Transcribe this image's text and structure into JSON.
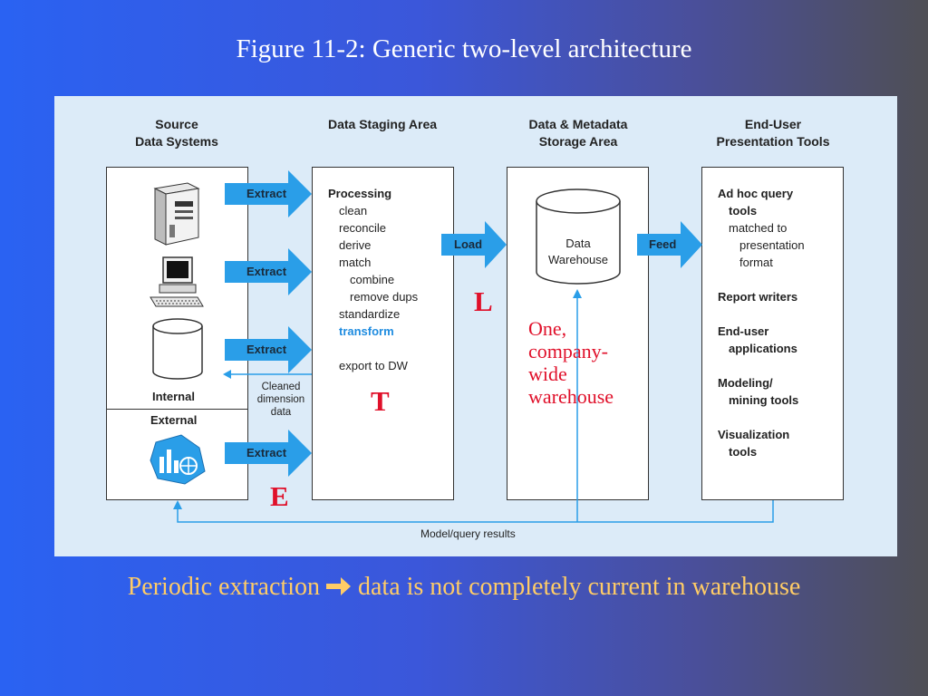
{
  "title": "Figure 11-2: Generic two-level architecture",
  "columns": {
    "source": "Source\nData Systems",
    "staging": "Data Staging Area",
    "storage": "Data & Metadata\nStorage Area",
    "presentation": "End-User\nPresentation Tools"
  },
  "source_sections": {
    "internal": "Internal",
    "external": "External"
  },
  "arrows": {
    "extract": "Extract",
    "load": "Load",
    "feed": "Feed"
  },
  "staging_items": [
    "Processing",
    "clean",
    "reconcile",
    "derive",
    "match",
    "combine",
    "remove dups",
    "standardize",
    "transform",
    "export to DW"
  ],
  "cleaned_note": "Cleaned\ndimension\ndata",
  "warehouse_label": "Data\nWarehouse",
  "presentation_items": [
    "Ad hoc query",
    "tools",
    "matched to",
    "presentation",
    "format",
    "Report writers",
    "End-user",
    "applications",
    "Modeling/",
    "mining tools",
    "Visualization",
    "tools"
  ],
  "feedback_label": "Model/query results",
  "etl": {
    "e": "E",
    "t": "T",
    "l": "L"
  },
  "warehouse_note": "One,\ncompany-\nwide\nwarehouse",
  "caption": {
    "before": "Periodic extraction ",
    "after": " data is not completely current in warehouse"
  },
  "colors": {
    "arrow_fill": "#2a9ee8",
    "accent_red": "#e0102a",
    "caption_text": "#ffcc66",
    "transform_text": "#1f8ce0"
  },
  "icons": [
    "server-icon",
    "desktop-computer-icon",
    "database-cylinder-icon",
    "external-data-chart-icon",
    "warehouse-cylinder-icon",
    "right-arrow-icon"
  ]
}
